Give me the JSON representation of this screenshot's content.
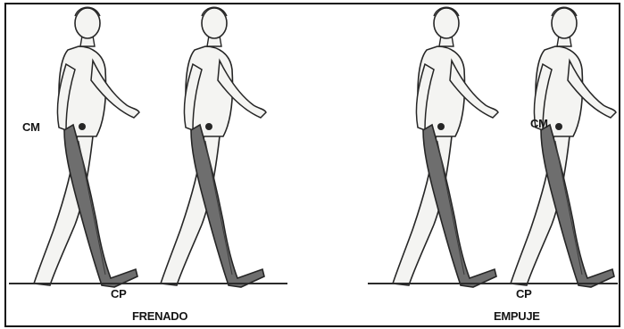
{
  "panels": {
    "left": {
      "cm_label": "CM",
      "cp_label": "CP",
      "caption": "FRENADO"
    },
    "right": {
      "cm_label": "CM",
      "cp_label": "CP",
      "caption": "EMPUJE"
    }
  },
  "colors": {
    "figure_fill": "#f4f4f2",
    "outline": "#262626",
    "leg_shade": "#6e6e6e",
    "ground": "#2c2c2c",
    "border": "#111111"
  }
}
